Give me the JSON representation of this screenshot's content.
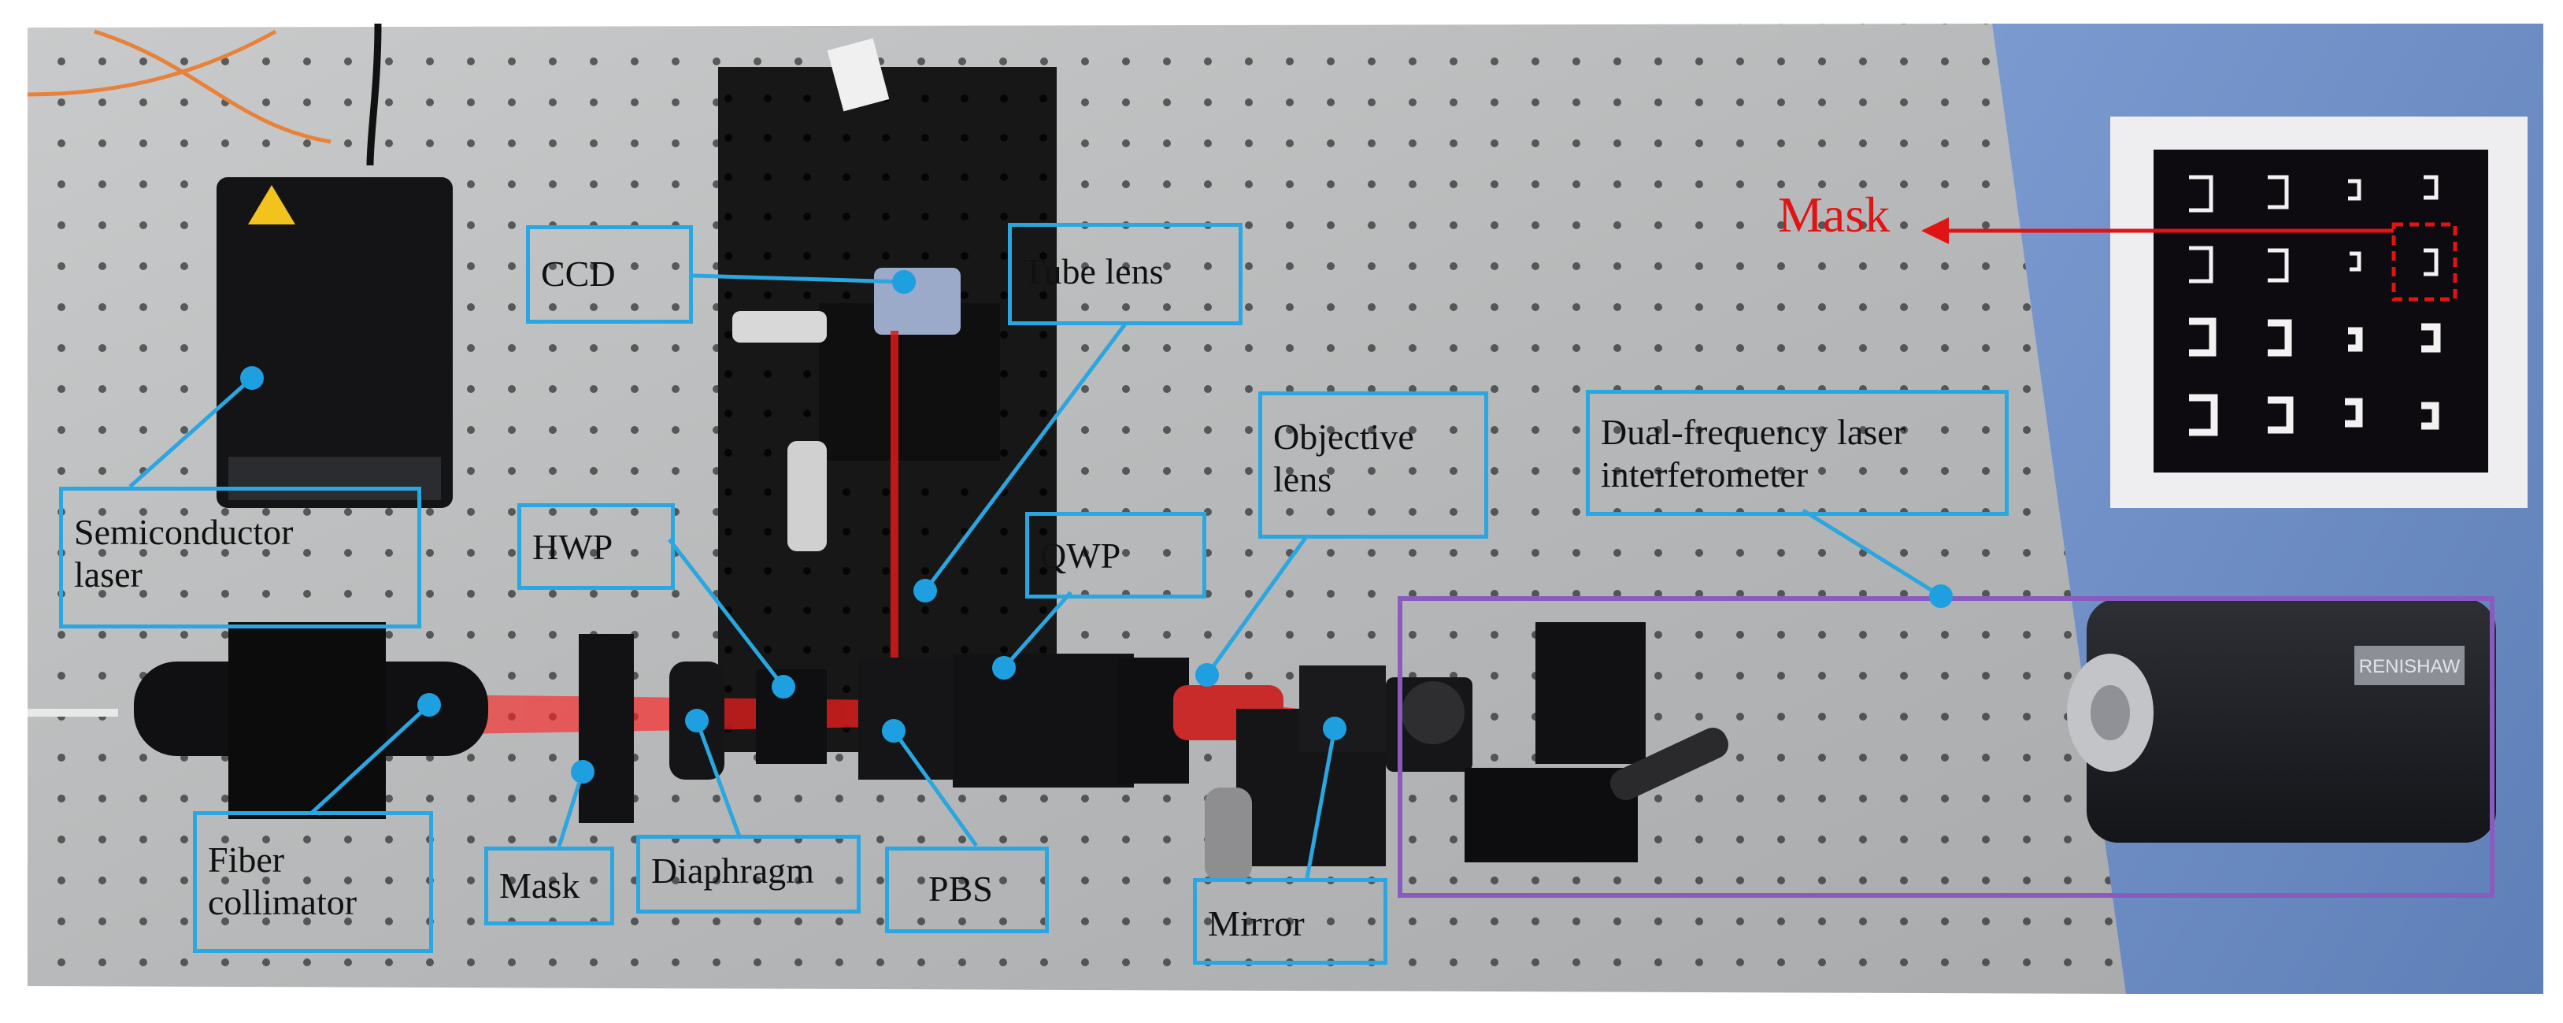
{
  "figure": {
    "description_labels": {
      "ccd": "CCD",
      "tube_lens": "Tube lens",
      "semiconductor_laser_line1": "Semiconductor",
      "semiconductor_laser_line2": "laser",
      "hwp": "HWP",
      "qwp": "QWP",
      "objective_lens_line1": "Objective",
      "objective_lens_line2": "lens",
      "interferometer_line1": "Dual-frequency laser",
      "interferometer_line2": "interferometer",
      "fiber_collimator_line1": "Fiber",
      "fiber_collimator_line2": "collimator",
      "mask": "Mask",
      "diaphragm": "Diaphragm",
      "pbs": "PBS",
      "mirror": "Mirror",
      "mask_inset": "Mask"
    },
    "device_markings": {
      "renishaw_brand": "RENISHAW"
    },
    "colors": {
      "callout": "#2aa6e0",
      "beam": "#e01818",
      "inset_highlight": "#e11414",
      "interferometer_box": "#8a5bbf",
      "table": "#b9bbbd",
      "floor": "#6f90c8"
    }
  }
}
